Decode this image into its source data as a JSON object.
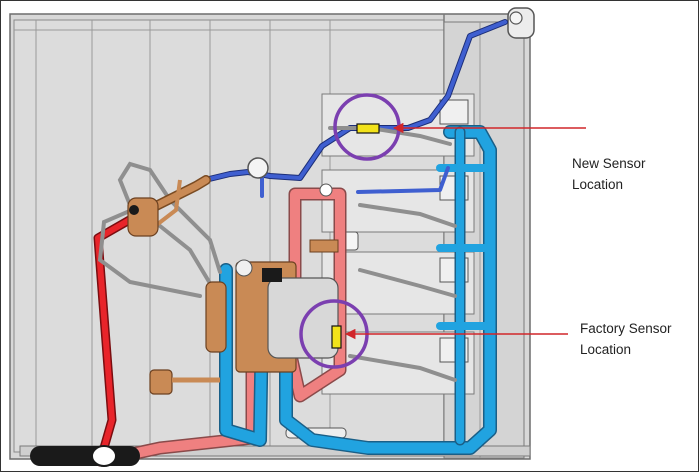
{
  "callouts": {
    "new_sensor": {
      "line1": "New Sensor",
      "line2": "Location"
    },
    "factory_sensor": {
      "line1": "Factory Sensor",
      "line2": "Location"
    }
  },
  "colors": {
    "suction_line": "#3f5fd0",
    "liquid_line": "#21a3e0",
    "discharge_line": "#ef8080",
    "hot_gas_line": "#e8242a",
    "copper": "#c98a55",
    "sensor": "#f2e21a",
    "highlight_circle": "#7b3fb0",
    "pointer_arrow": "#d1262a",
    "unit_fill": "#d9d9d9"
  },
  "icons": [
    "sensor-icon",
    "highlight-circle-icon",
    "pointer-arrow-icon"
  ]
}
